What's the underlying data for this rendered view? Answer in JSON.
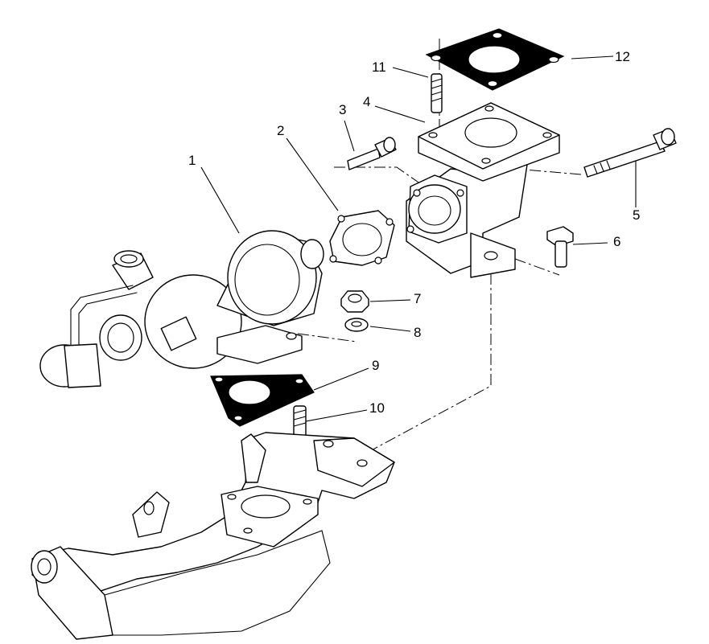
{
  "callouts": [
    {
      "id": "1",
      "label": "1"
    },
    {
      "id": "2",
      "label": "2"
    },
    {
      "id": "3",
      "label": "3"
    },
    {
      "id": "4",
      "label": "4"
    },
    {
      "id": "5",
      "label": "5"
    },
    {
      "id": "6",
      "label": "6"
    },
    {
      "id": "7",
      "label": "7"
    },
    {
      "id": "8",
      "label": "8"
    },
    {
      "id": "9",
      "label": "9"
    },
    {
      "id": "10",
      "label": "10"
    },
    {
      "id": "11",
      "label": "11"
    },
    {
      "id": "12",
      "label": "12"
    }
  ],
  "colors": {
    "line": "#000000",
    "background": "#ffffff",
    "gasket_fill": "#000000"
  }
}
